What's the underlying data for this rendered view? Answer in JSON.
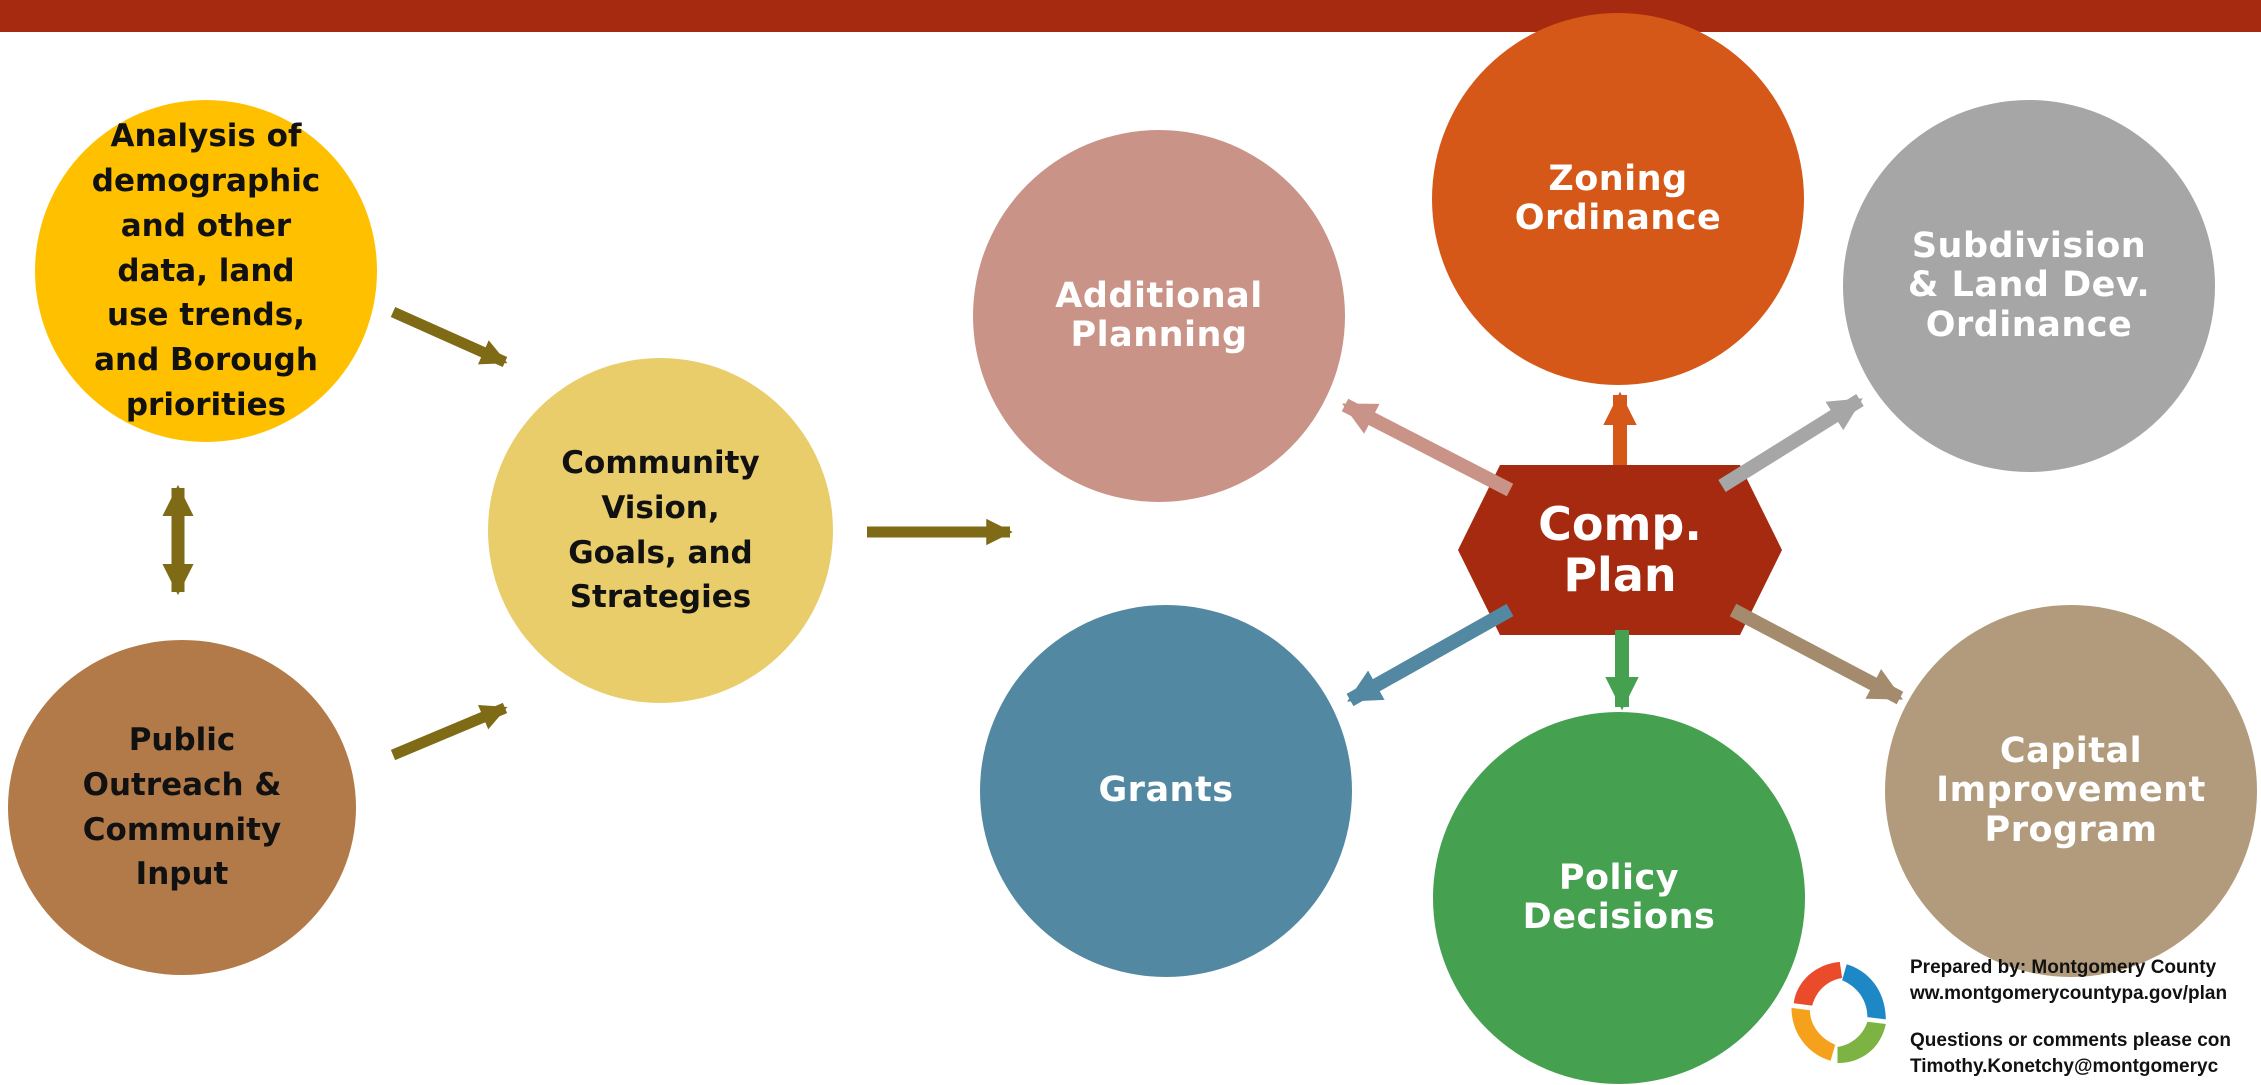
{
  "colors": {
    "top_bar": "#A52A10",
    "olive_arrow": "#7F6A16",
    "hex_fill": "#A52A10"
  },
  "left_flow": {
    "analysis": {
      "text": "Analysis of\ndemographic\nand other\ndata, land\nuse trends,\nand Borough\npriorities",
      "fill": "#FFC000"
    },
    "outreach": {
      "text": "Public\nOutreach &\nCommunity\nInput",
      "fill": "#B27A48"
    },
    "vision": {
      "text": "Community\nVision,\nGoals, and\nStrategies",
      "fill": "#E9CD6B"
    }
  },
  "hub": {
    "label": "Comp.\nPlan"
  },
  "outputs": {
    "additional_planning": {
      "text": "Additional\nPlanning",
      "fill": "#C99487",
      "arrow": "#C99487"
    },
    "zoning": {
      "text": "Zoning\nOrdinance",
      "fill": "#D55819",
      "arrow": "#D55819"
    },
    "subdivision": {
      "text": "Subdivision\n& Land Dev.\nOrdinance",
      "fill": "#A6A6A6",
      "arrow": "#A6A6A6"
    },
    "grants": {
      "text": "Grants",
      "fill": "#5388A2",
      "arrow": "#5388A2"
    },
    "policy": {
      "text": "Policy\nDecisions",
      "fill": "#45A050",
      "arrow": "#45A050"
    },
    "capital": {
      "text": "Capital\nImprovement\nProgram",
      "fill": "#B19B7C",
      "arrow": "#A48B6E"
    }
  },
  "footer": {
    "prepared_by": "Prepared by:  Montgomery County",
    "website": "ww.montgomerycountypa.gov/plan",
    "questions": "Questions or comments please con",
    "email": "Timothy.Konetchy@montgomeryc"
  },
  "logo": {
    "icon": "montgomery-county-logo-icon",
    "colors": [
      "#E94B2B",
      "#F5A11C",
      "#7CB342",
      "#1E88C7"
    ]
  }
}
